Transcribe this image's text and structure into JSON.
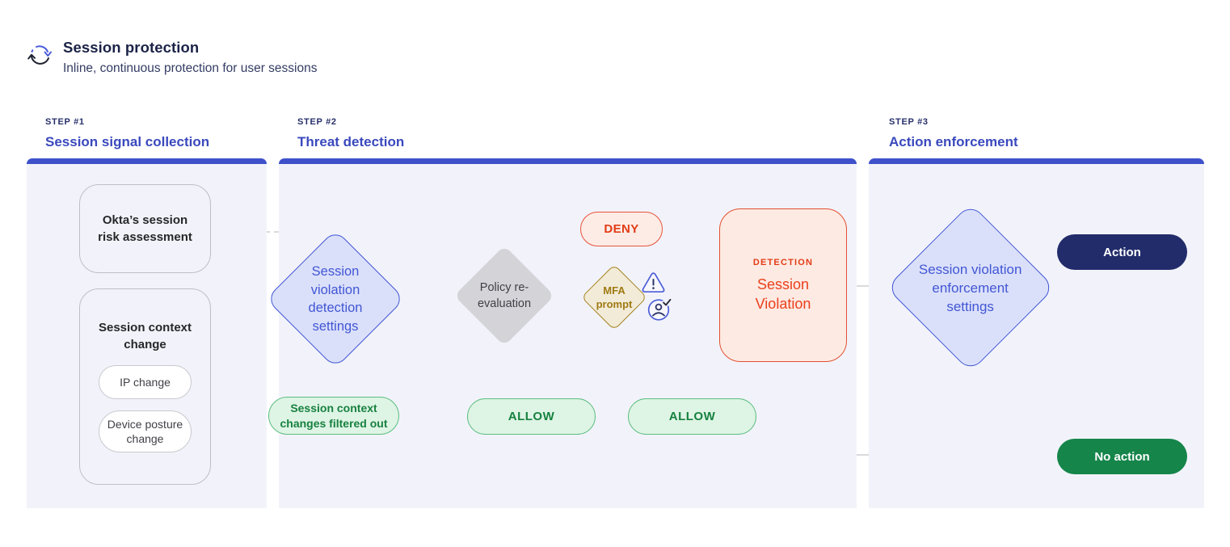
{
  "header": {
    "title": "Session protection",
    "subtitle": "Inline, continuous protection for user sessions",
    "icon": "refresh-cycle-icon"
  },
  "steps": [
    {
      "step_label": "STEP #1",
      "title": "Session signal collection"
    },
    {
      "step_label": "STEP #2",
      "title": "Threat detection"
    },
    {
      "step_label": "STEP #3",
      "title": "Action enforcement"
    }
  ],
  "signal_collection": {
    "okta_box": "Okta’s session risk assessment",
    "context_box": {
      "title": "Session context change",
      "items": [
        "IP change",
        "Device posture change"
      ]
    }
  },
  "threat_detection": {
    "detection_settings_diamond": "Session violation detection settings",
    "policy_diamond": "Policy re-evaluation",
    "deny_pill": "DENY",
    "mfa_diamond": "MFA prompt",
    "icons": [
      "warning-triangle-icon",
      "user-verified-icon"
    ],
    "detection_box": {
      "eyebrow": "DETECTION",
      "title": "Session Violation"
    },
    "filtered_pill": "Session context changes filtered out",
    "allow_pill_1": "ALLOW",
    "allow_pill_2": "ALLOW"
  },
  "action_enforcement": {
    "enforcement_diamond": "Session violation enforcement settings",
    "action_pill": "Action",
    "no_action_pill": "No action"
  },
  "colors": {
    "accent_blue": "#3e51cb",
    "panel_bg": "#f2f3fa",
    "diamond_blue_fill": "#dbe0fa",
    "diamond_blue_border": "#4156d4",
    "gray_node": "#d4d4d8",
    "red": "#e23c16",
    "red_fill": "#fdece6",
    "red_border": "#e8513a",
    "gold": "#a07a12",
    "gold_fill": "#f1ebd8",
    "gold_border": "#a5821f",
    "green_text": "#17813f",
    "green_fill": "#def4e5",
    "green_border": "#5cbd80",
    "navy_pill": "#222c6b",
    "green_pill": "#15854a",
    "connector_gray": "#cdced4",
    "connector_red": "#f2a28e",
    "connector_red_dark": "#d94526"
  }
}
